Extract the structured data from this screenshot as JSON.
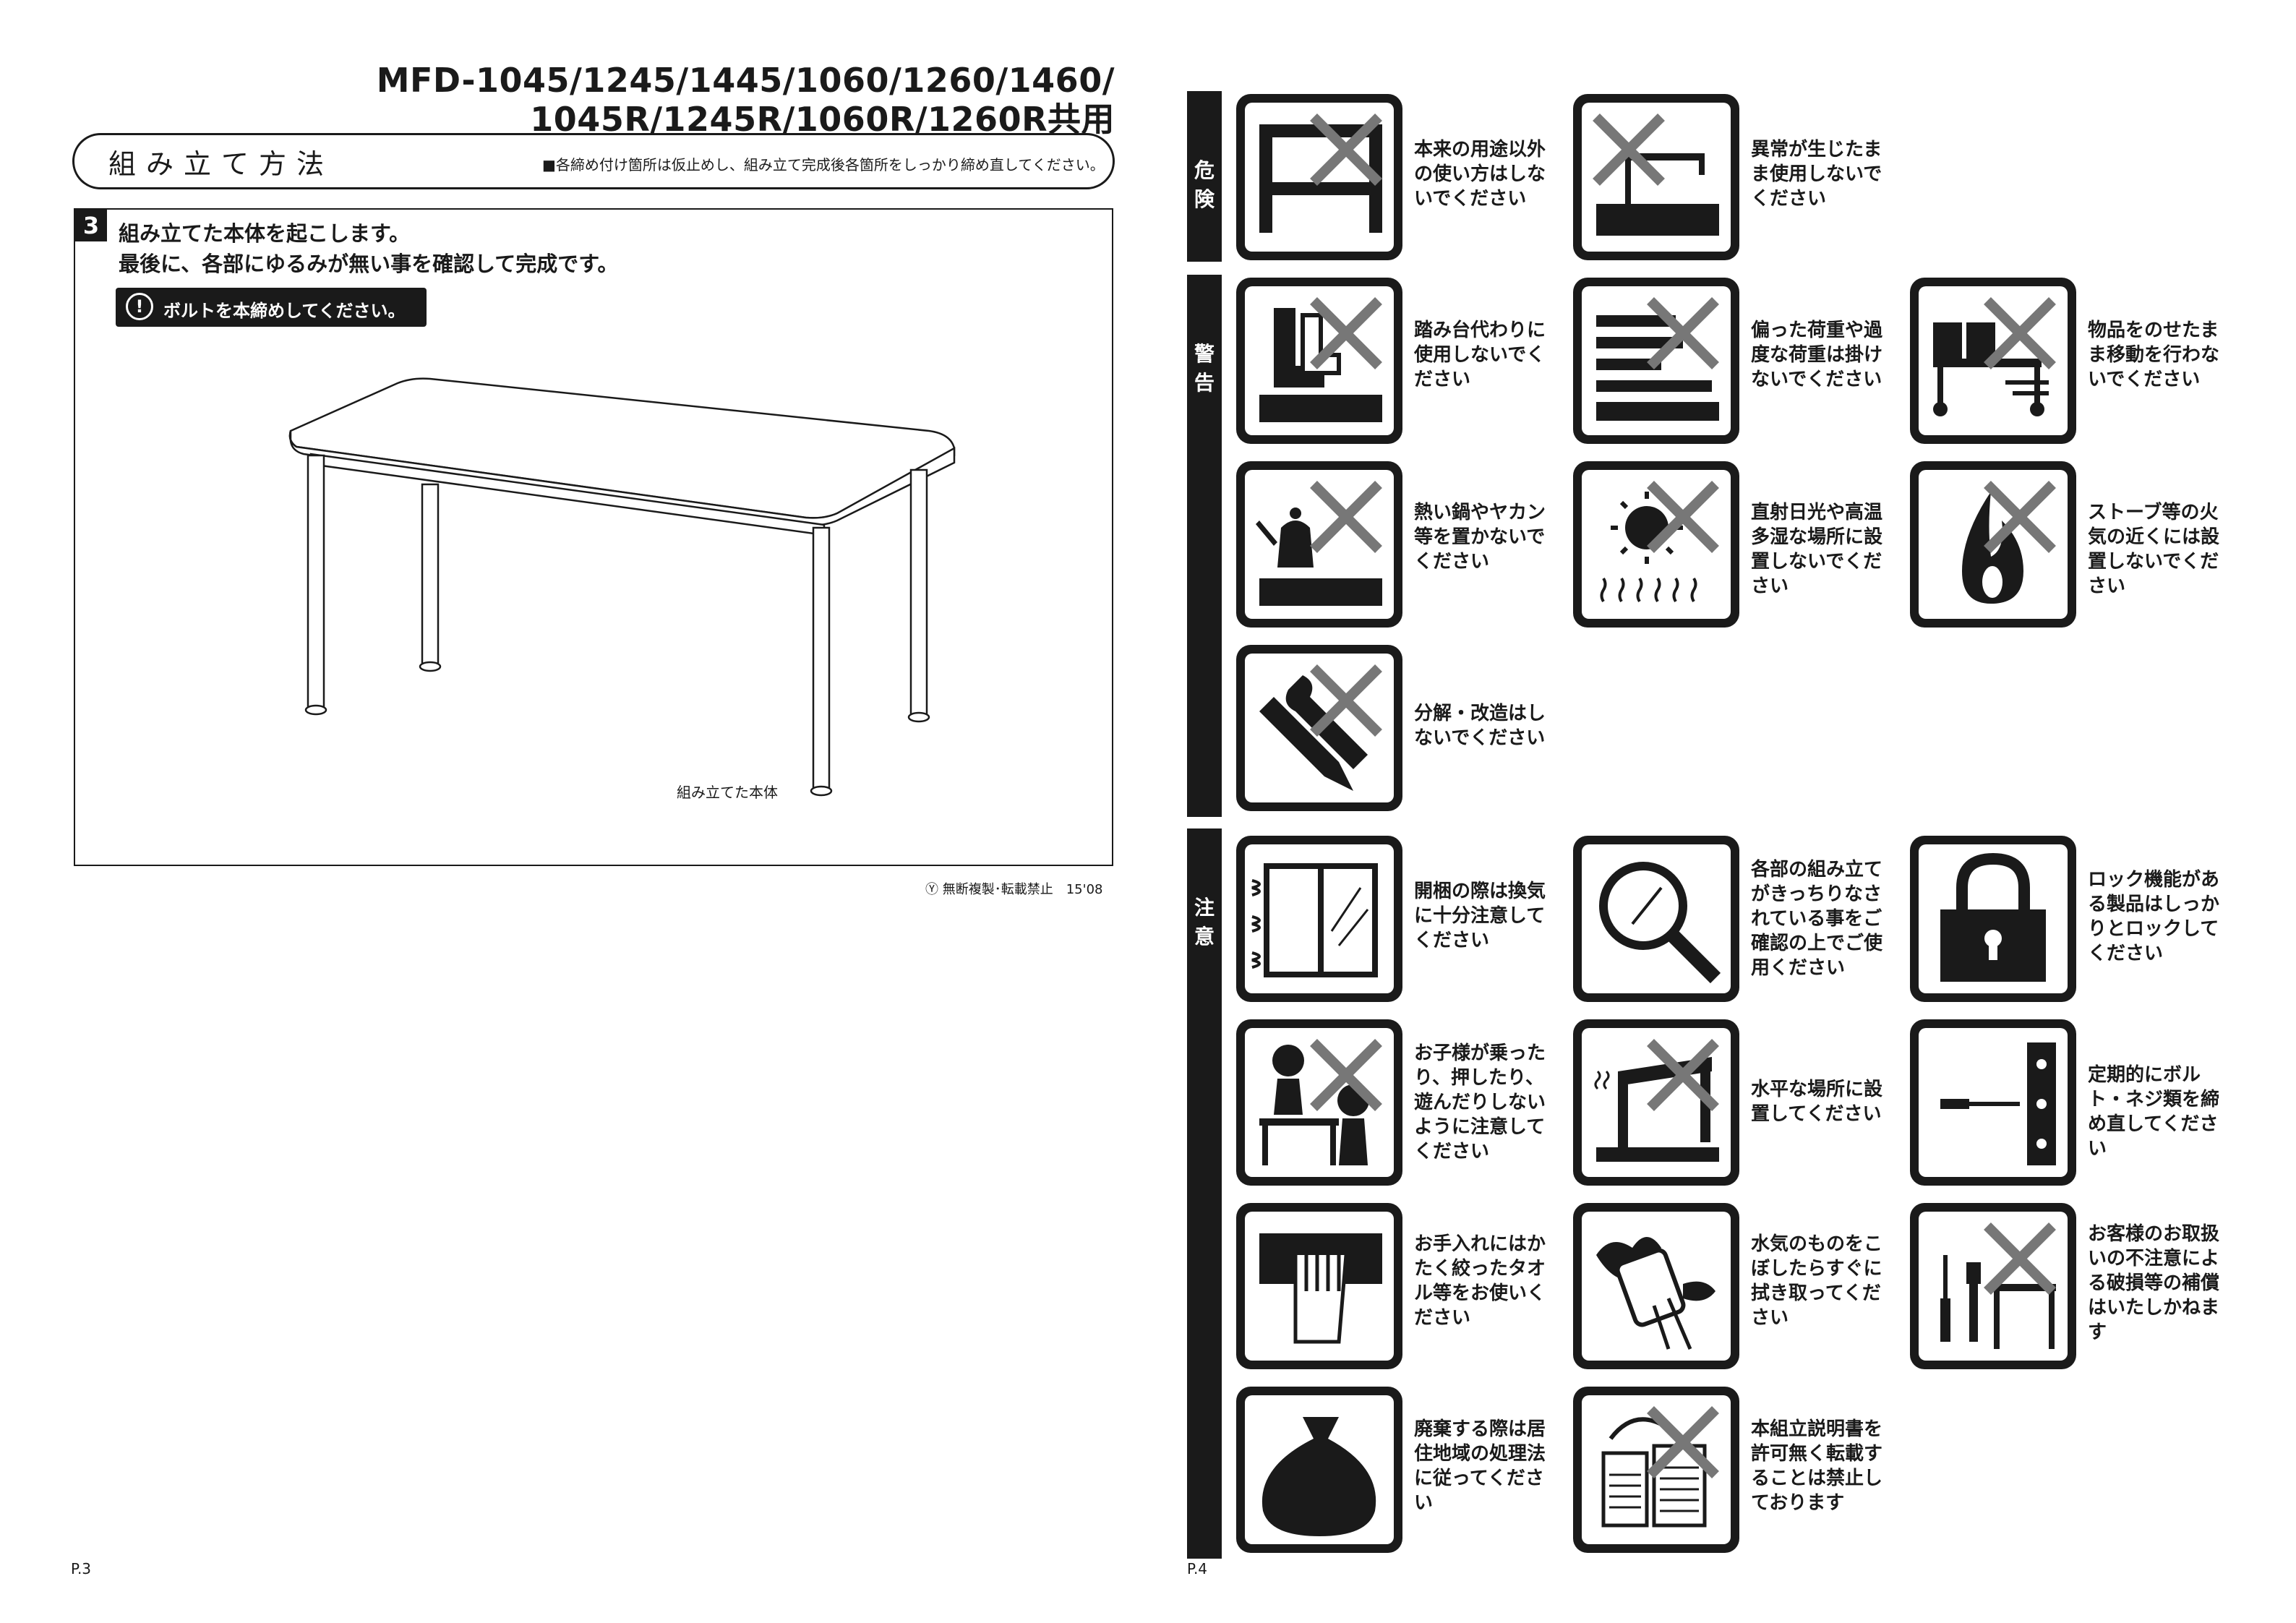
{
  "left_page": {
    "model_line1": "MFD-1045/1245/1445/1060/1260/1460/",
    "model_line2": "1045R/1245R/1060R/1260R共用",
    "section_title": "組み立て方法",
    "section_note": "■各締め付け箇所は仮止めし、組み立て完成後各箇所をしっかり締め直してください。",
    "step_number": "3",
    "step_line1": "組み立てた本体を起こします。",
    "step_line2": "最後に、各部にゆるみが無い事を確認して完成です。",
    "warning_text": "ボルトを本締めしてください。",
    "warning_icon": "!",
    "illustration_caption": "組み立てた本体",
    "copyright": "Ⓨ 無断複製･転載禁止　15'08",
    "page_number": "P.3"
  },
  "right_page": {
    "page_number": "P.4",
    "categories": {
      "danger": [
        "危",
        "険"
      ],
      "warning": [
        "警",
        "告"
      ],
      "caution": [
        "注",
        "意"
      ]
    },
    "items": [
      {
        "text": "本来の用途以外の使い方はしないでください",
        "icon": "frame-misuse-icon"
      },
      {
        "text": "異常が生じたまま使用しないでください",
        "icon": "broken-table-icon"
      },
      {
        "text": "踏み台代わりに使用しないでください",
        "icon": "step-on-icon"
      },
      {
        "text": "偏った荷重や過度な荷重は掛けないでください",
        "icon": "heavy-load-icon"
      },
      {
        "text": "物品をのせたまま移動を行わないでください",
        "icon": "move-with-items-icon"
      },
      {
        "text": "熱い鍋やヤカン等を置かないでください",
        "icon": "kettle-icon"
      },
      {
        "text": "直射日光や高温多湿な場所に設置しないでください",
        "icon": "sun-heat-icon"
      },
      {
        "text": "ストーブ等の火気の近くには設置しないでください",
        "icon": "fire-icon"
      },
      {
        "text": "分解・改造はしないでください",
        "icon": "tools-icon"
      },
      {
        "text": "開梱の際は換気に十分注意してください",
        "icon": "window-ventilation-icon"
      },
      {
        "text": "各部の組み立てがきっちりなされている事をご確認の上でご使用ください",
        "icon": "magnifier-icon"
      },
      {
        "text": "ロック機能がある製品はしっかりとロックしてください",
        "icon": "padlock-icon"
      },
      {
        "text": "お子様が乗ったり、押したり、遊んだりしないように注意してください",
        "icon": "children-icon"
      },
      {
        "text": "水平な場所に設置してください",
        "icon": "level-floor-icon"
      },
      {
        "text": "定期的にボルト・ネジ類を締め直してください",
        "icon": "screwdriver-bolts-icon"
      },
      {
        "text": "お手入れにはかたく絞ったタオル等をお使いください",
        "icon": "wiping-hand-icon"
      },
      {
        "text": "水気のものをこぼしたらすぐに拭き取ってください",
        "icon": "spill-wipe-icon"
      },
      {
        "text": "お客様のお取扱いの不注意による破損等の補償はいたしかねます",
        "icon": "damage-tools-icon"
      },
      {
        "text": "廃棄する際は居住地域の処理法に従ってください",
        "icon": "garbage-bag-icon"
      },
      {
        "text": "本組立説明書を許可無く転載することは禁止しております",
        "icon": "copy-document-icon"
      }
    ]
  }
}
